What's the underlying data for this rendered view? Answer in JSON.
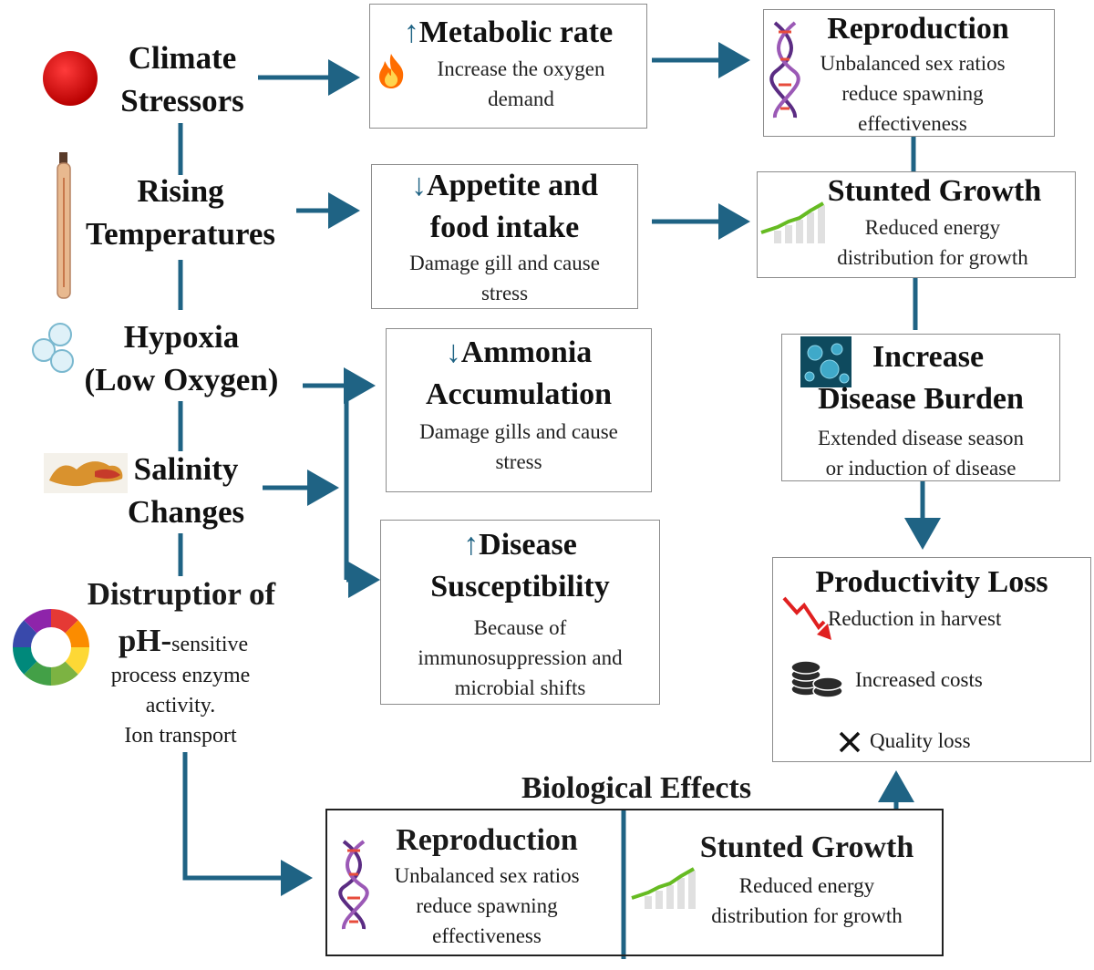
{
  "stressors": {
    "climate": [
      "Climate",
      "Stressors"
    ],
    "temperature": [
      "Rising",
      "Temperatures"
    ],
    "hypoxia": [
      "Hypoxia",
      "(Low Oxygen)"
    ],
    "salinity": [
      "Salinity",
      "Changes"
    ],
    "ph": {
      "line1": "Distruptior of",
      "line2_bold": "pH-",
      "line2_rest": "sensitive",
      "line3": "process enzyme",
      "line4": "activity.",
      "line5": "Ion transport"
    }
  },
  "effects": {
    "metabolic": {
      "arrow": "↑",
      "title": "Metabolic rate",
      "text": [
        "Increase the oxygen",
        "demand"
      ]
    },
    "appetite": {
      "arrow": "↓",
      "title": [
        "Appetite and",
        "food intake"
      ],
      "text": [
        "Damage gill and cause",
        "stress"
      ]
    },
    "ammonia": {
      "arrow": "↓",
      "title": [
        "Ammonia",
        "Accumulation"
      ],
      "text": [
        "Damage gills and cause",
        "stress"
      ]
    },
    "disease_susc": {
      "arrow": "↑",
      "title": [
        "Disease",
        "Susceptibility"
      ],
      "text": [
        "Because of",
        "immunosuppression and",
        "microbial shifts"
      ]
    }
  },
  "outcomes": {
    "reproduction": {
      "title": "Reproduction",
      "text": [
        "Unbalanced sex ratios",
        "reduce spawning",
        "effectiveness"
      ]
    },
    "stunted": {
      "title": "Stunted Growth",
      "text": [
        "Reduced energy",
        "distribution for growth"
      ]
    },
    "disease_burden": {
      "title": [
        "Increase",
        "Disease Burden"
      ],
      "text": [
        "Extended disease season",
        "or induction of disease"
      ]
    },
    "productivity": {
      "title": "Productivity Loss",
      "items": [
        "Reduction in harvest",
        "Increased costs",
        "Quality loss"
      ]
    }
  },
  "biological": {
    "heading": "Biological Effects",
    "reproduction": {
      "title": "Reproduction",
      "text": [
        "Unbalanced sex ratios",
        "reduce spawning",
        "effectiveness"
      ]
    },
    "stunted": {
      "title": "Stunted Growth",
      "text": [
        "Reduced energy",
        "distribution for growth"
      ]
    }
  },
  "colors": {
    "arrow": "#1f6384",
    "box_border": "#8c8c8c",
    "up_arrow": "#1f6384",
    "red_dot": "#d40000"
  }
}
